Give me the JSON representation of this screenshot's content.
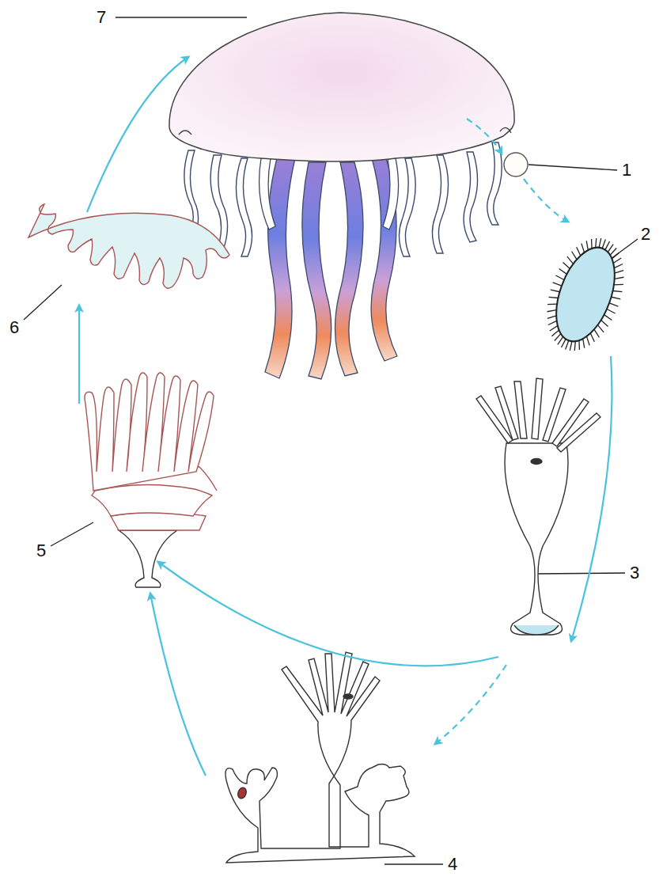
{
  "diagram": {
    "labels": [
      "7",
      "1",
      "2",
      "6",
      "3",
      "5",
      "4"
    ]
  }
}
